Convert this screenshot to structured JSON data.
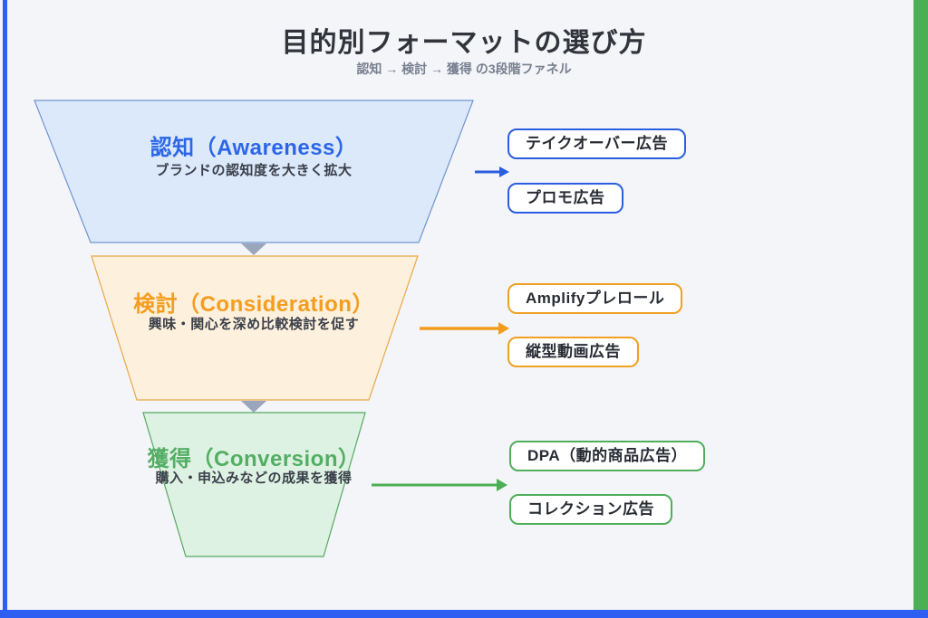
{
  "page": {
    "title": "目的別フォーマットの選び方",
    "subtitle": "認知 → 検討 → 獲得 の3段階ファネル"
  },
  "funnel": {
    "stages": [
      {
        "id": "awareness",
        "label": "認知（Awareness）",
        "description": "ブランドの認知度を大きく拡大",
        "label_color": "#2c66e8",
        "fill_color": "#dce9fb",
        "border_color": "#6f94cf",
        "formats": [
          "テイクオーバー広告",
          "プロモ広告"
        ]
      },
      {
        "id": "consideration",
        "label": "検討（Consideration）",
        "description": "興味・関心を深め比較検討を促す",
        "label_color": "#f59d1f",
        "fill_color": "#fdf0dc",
        "border_color": "#e9a84a",
        "formats": [
          "Amplifyプレロール",
          "縦型動画広告"
        ]
      },
      {
        "id": "conversion",
        "label": "獲得（Conversion）",
        "description": "購入・申込みなどの成果を獲得",
        "label_color": "#53ae64",
        "fill_color": "#def2e3",
        "border_color": "#57a863",
        "formats": [
          "DPA（動的商品広告）",
          "コレクション広告"
        ]
      }
    ]
  },
  "appearance": {
    "background": "#f4f5f8",
    "accent_blue": "#2e5ff2",
    "accent_orange": "#f39b1d",
    "accent_green": "#4cae55",
    "chevron_gray": "#9aa6bb",
    "title_color": "#32343c",
    "subtitle_color": "#767f8f"
  }
}
